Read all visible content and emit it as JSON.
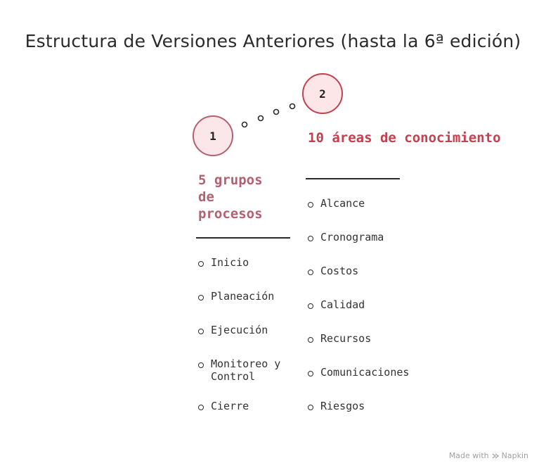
{
  "title": "Estructura de Versiones Anteriores (hasta la 6ª edición)",
  "groups": [
    {
      "number": "1",
      "heading": "5 grupos de procesos",
      "color": "#b3616e",
      "items": [
        "Inicio",
        "Planeación",
        "Ejecución",
        "Monitoreo y Control",
        "Cierre"
      ]
    },
    {
      "number": "2",
      "heading": "10 áreas de conocimiento",
      "color": "#c2404f",
      "items": [
        "Alcance",
        "Cronograma",
        "Costos",
        "Calidad",
        "Recursos",
        "Comunicaciones",
        "Riesgos"
      ]
    }
  ],
  "footer": {
    "made_with": "Made with",
    "brand": "Napkin"
  }
}
